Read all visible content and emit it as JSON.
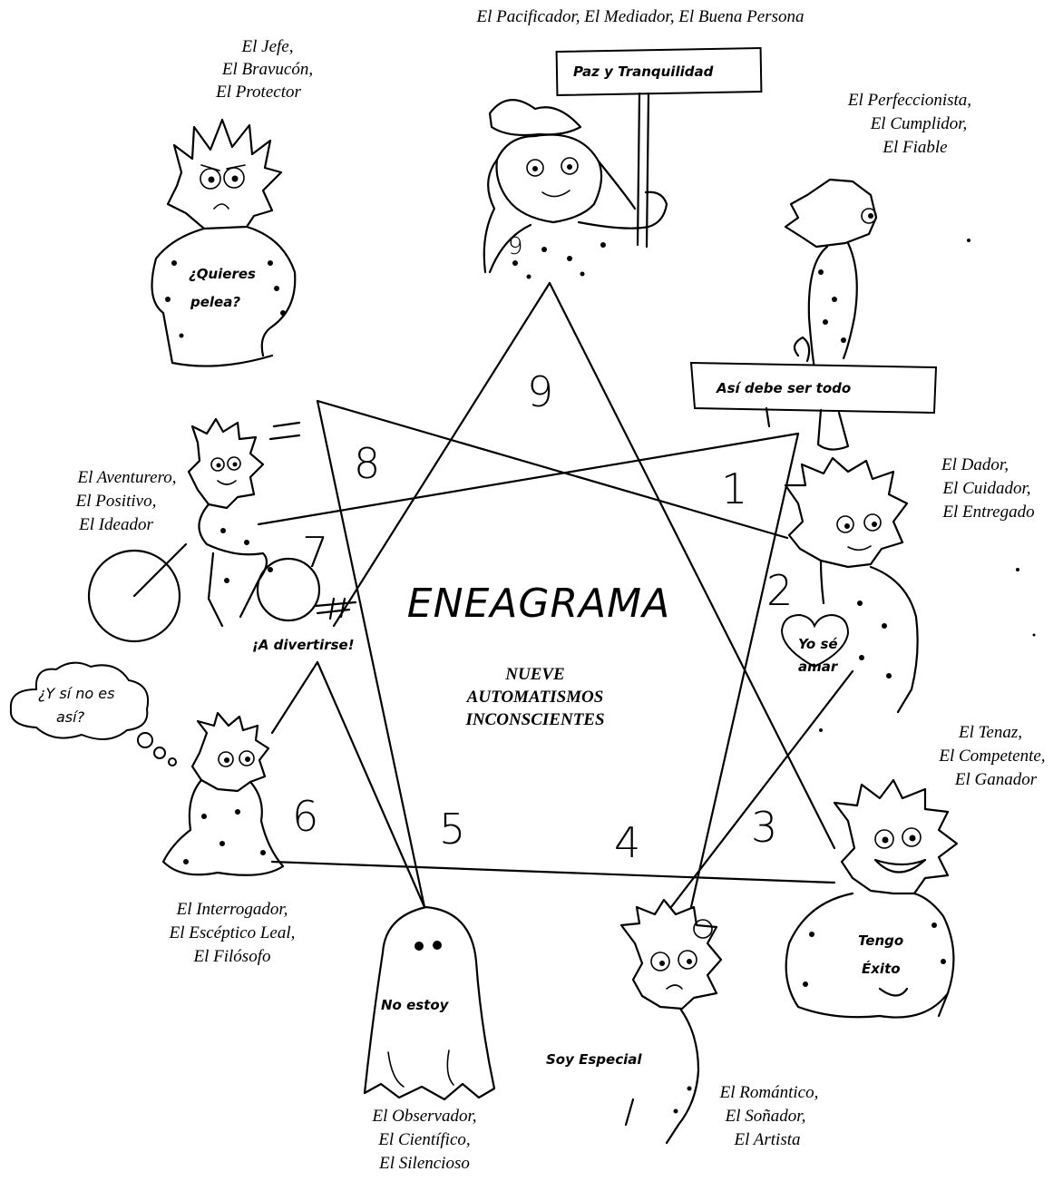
{
  "title": "ENEAGRAMA",
  "subtitle": [
    "NUEVE",
    "AUTOMATISMOS",
    "INCONSCIENTES"
  ],
  "types": [
    {
      "number": "1",
      "names": [
        "El Perfeccionista,",
        "El Cumplidor,",
        "El Fiable"
      ],
      "sign": "Así debe ser todo"
    },
    {
      "number": "2",
      "names": [
        "El Dador,",
        "El Cuidador,",
        "El Entregado"
      ],
      "sign": [
        "Yo sé",
        "amar"
      ]
    },
    {
      "number": "3",
      "names": [
        "El Tenaz,",
        "El Competente,",
        "El Ganador"
      ],
      "sign": [
        "Tengo",
        "Éxito"
      ]
    },
    {
      "number": "4",
      "names": [
        "El Romántico,",
        "El Soñador,",
        "El Artista"
      ],
      "sign": "Soy Especial"
    },
    {
      "number": "5",
      "names": [
        "El Observador,",
        "El Científico,",
        "El Silencioso"
      ],
      "sign": "No estoy"
    },
    {
      "number": "6",
      "names": [
        "El Interrogador,",
        "El Escéptico Leal,",
        "El Filósofo"
      ],
      "sign": [
        "¿Y sí no es",
        "así?"
      ]
    },
    {
      "number": "7",
      "names": [
        "El Aventurero,",
        "El Positivo,",
        "El Ideador"
      ],
      "sign": "¡A divertirse!"
    },
    {
      "number": "8",
      "names": [
        "El Jefe,",
        "El Bravucón,",
        "El Protector"
      ],
      "sign": [
        "¿Quieres",
        "pelea?"
      ]
    },
    {
      "number": "9",
      "names": [
        "El Pacificador, El Mediador, El Buena Persona"
      ],
      "sign": "Paz y Tranquilidad"
    }
  ]
}
